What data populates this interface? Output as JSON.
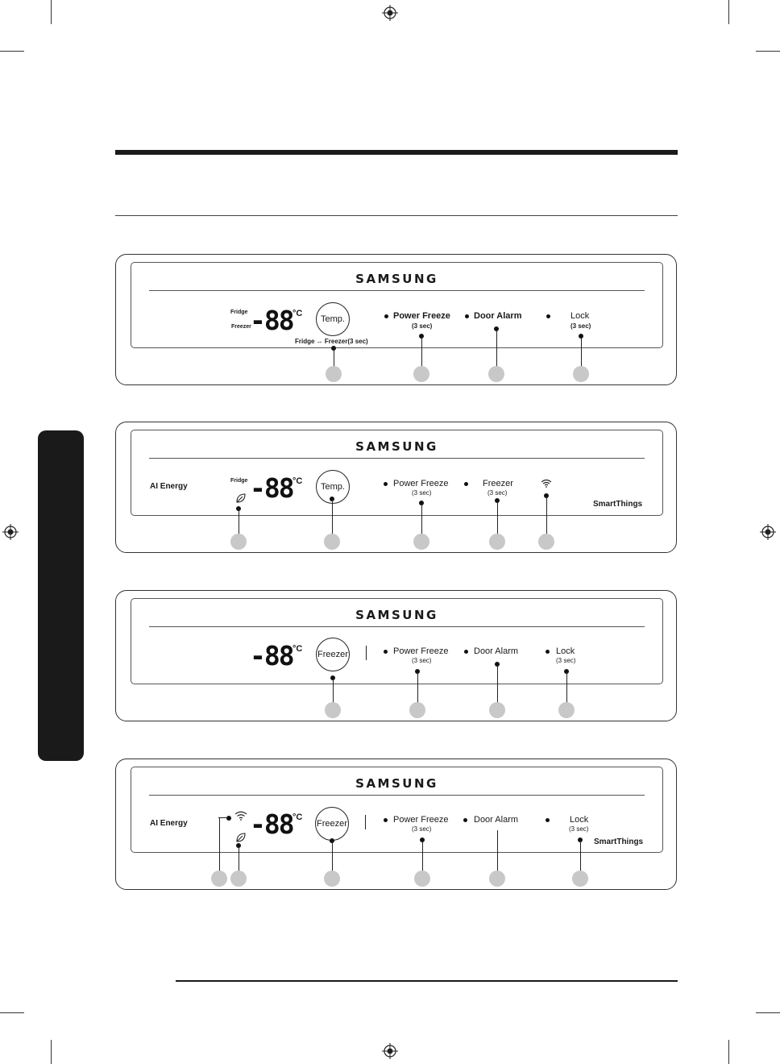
{
  "page": {
    "crop_marks": true
  },
  "panels": [
    {
      "brand": "SAMSUNG",
      "fridge_label": "Fridge",
      "freezer_label": "Freezer",
      "display": "-88",
      "unit": "°C",
      "button": "Temp.",
      "button_sub": "Fridge ↔ Freezer(3 sec)",
      "items": [
        {
          "label": "Power Freeze",
          "sub": "(3 sec)"
        },
        {
          "label": "Door Alarm",
          "sub": ""
        },
        {
          "label": "Lock",
          "sub": "(3 sec)"
        }
      ]
    },
    {
      "brand": "SAMSUNG",
      "ai_energy": "AI Energy",
      "fridge_label": "Fridge",
      "display": "-88",
      "unit": "°C",
      "button": "Temp.",
      "items": [
        {
          "label": "Power Freeze",
          "sub": "(3 sec)"
        },
        {
          "label": "Freezer",
          "sub": "(3 sec)"
        }
      ],
      "smartthings": "SmartThings",
      "icons": [
        "leaf-icon",
        "wifi-icon"
      ]
    },
    {
      "brand": "SAMSUNG",
      "display": "-88",
      "unit": "°C",
      "button": "Freezer",
      "items": [
        {
          "label": "Power Freeze",
          "sub": "(3 sec)"
        },
        {
          "label": "Door Alarm",
          "sub": ""
        },
        {
          "label": "Lock",
          "sub": "(3 sec)"
        }
      ]
    },
    {
      "brand": "SAMSUNG",
      "ai_energy": "AI Energy",
      "display": "-88",
      "unit": "°C",
      "button": "Freezer",
      "items": [
        {
          "label": "Power Freeze",
          "sub": "(3 sec)"
        },
        {
          "label": "Door Alarm",
          "sub": ""
        },
        {
          "label": "Lock",
          "sub": "(3 sec)"
        }
      ],
      "smartthings": "SmartThings",
      "icons": [
        "wifi-icon",
        "leaf-icon"
      ]
    }
  ]
}
